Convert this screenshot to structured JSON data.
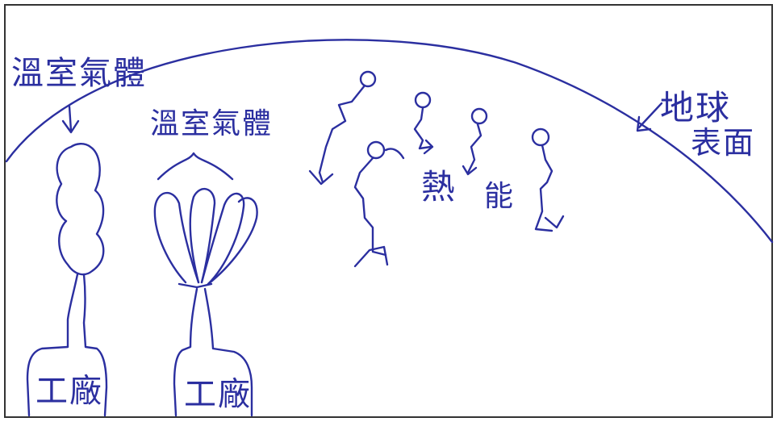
{
  "labels": {
    "greenhouse_gas_left": "溫室氣體",
    "greenhouse_gas_right": "溫室氣體",
    "earth_surface_line1": "地球",
    "earth_surface_line2": "表面",
    "heat_energy_1": "熱",
    "heat_energy_2": "能",
    "factory_left": "工廠",
    "factory_right": "工廠"
  },
  "colors": {
    "ink": "#2b2fa0",
    "paper": "#ffffff",
    "frame": "#333333"
  }
}
